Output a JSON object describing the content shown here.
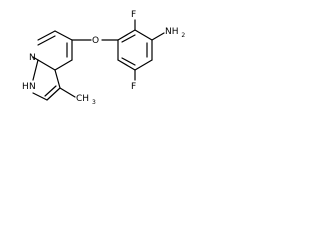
{
  "molecule": {
    "atom_labels": {
      "pyridine_n": "N",
      "pyrrole_nh": "N",
      "pyrrole_h": "H",
      "ether_o": "O",
      "fluoro_top": "F",
      "fluoro_bottom": "F",
      "amine": "NH",
      "amine_sub": "2",
      "methyl": "CH",
      "methyl_sub": "3"
    }
  }
}
